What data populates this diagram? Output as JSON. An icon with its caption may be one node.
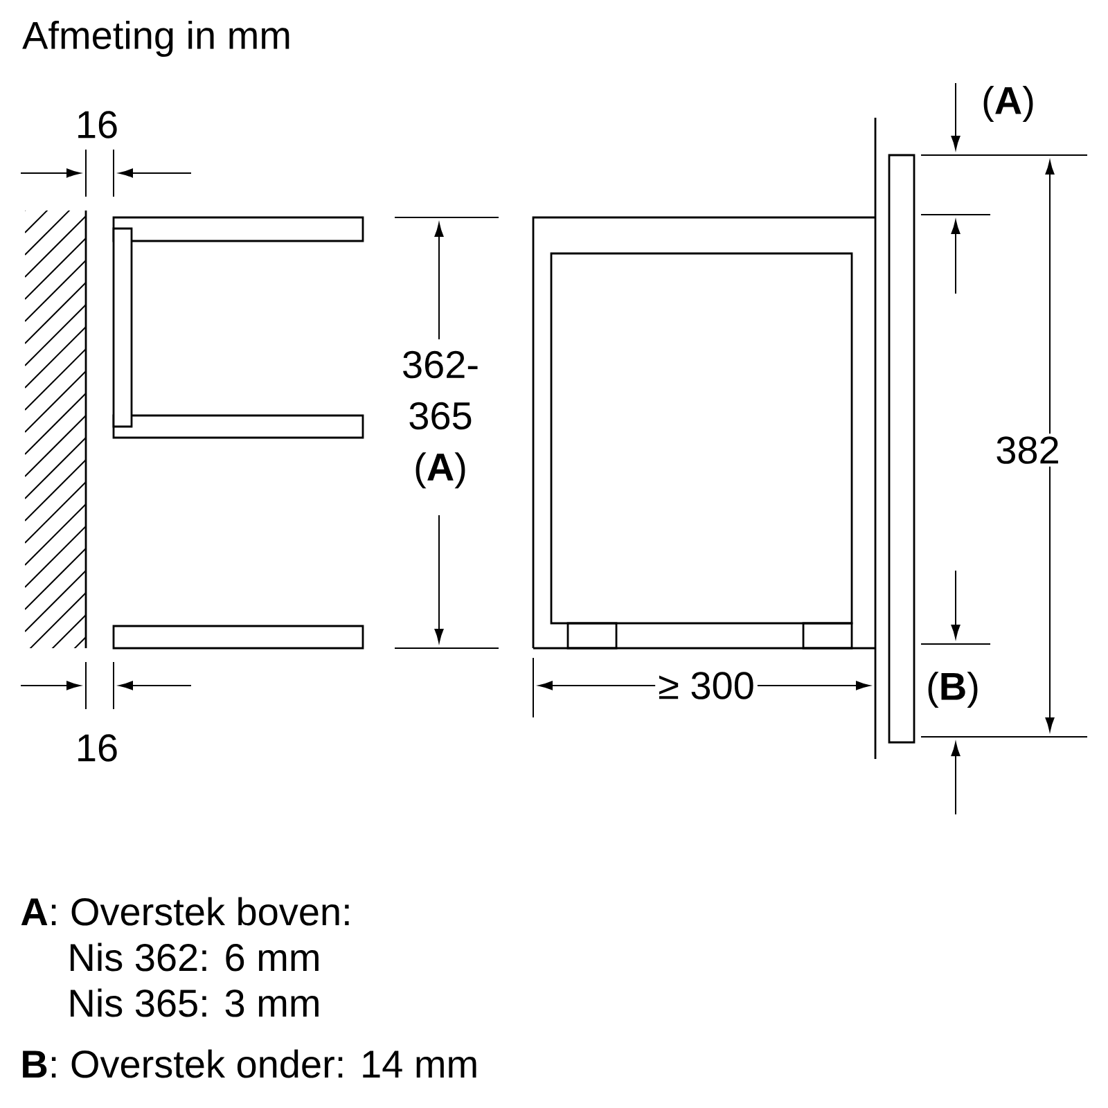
{
  "diagram": {
    "title": "Afmeting in mm",
    "labels": [
      "(**A**)",
      "16",
      "362- 365 (**A**)",
      "382",
      "≥ 300",
      "(**B**)",
      "16",
      "**A**: Overstek boven:",
      "Nis 362: 6 mm",
      "Nis 365: 3 mm",
      "**B**: Overstek onder: 14 mm"
    ]
  }
}
